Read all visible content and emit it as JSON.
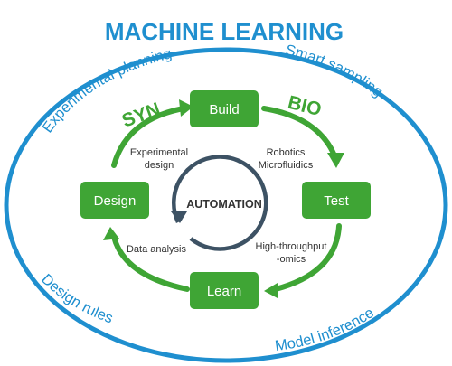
{
  "title": "MACHINE LEARNING",
  "outer_labels": {
    "top_left": "Experimental planning",
    "top_right": "Smart sampling",
    "bottom_left": "Design rules",
    "bottom_right": "Model inference"
  },
  "nodes": {
    "build": "Build",
    "test": "Test",
    "learn": "Learn",
    "design": "Design"
  },
  "side_words": {
    "syn": "SYN",
    "bio": "BIO"
  },
  "center": "AUTOMATION",
  "step_labels": {
    "design_build_1": "Experimental",
    "design_build_2": "design",
    "build_test_1": "Robotics",
    "build_test_2": "Microfluidics",
    "test_learn_1": "High-throughput",
    "test_learn_2": "-omics",
    "learn_design": "Data analysis"
  },
  "colors": {
    "blue": "#1f8fcf",
    "green": "#3fa535",
    "dark_arrow": "#3d5264",
    "text_dark": "#333333"
  }
}
